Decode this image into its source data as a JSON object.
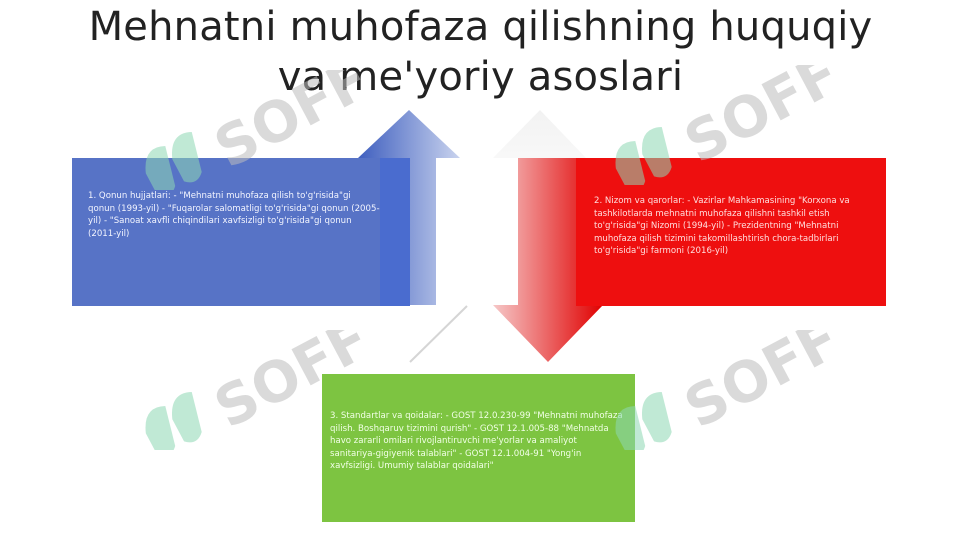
{
  "slide": {
    "title_line1": "Mehnatni muhofaza qilishning huquqiy",
    "title_line2": "va me'yoriy asoslari"
  },
  "boxes": {
    "blue": {
      "color": "#5773C6",
      "text": "1. Qonun hujjatlari: - \"Mehnatni muhofaza qilish to'g'risida\"gi qonun (1993-yil) - \"Fuqarolar salomatligi to'g'risida\"gi qonun (2005-yil) - \"Sanoat xavfli chiqindilari xavfsizligi to'g'risida\"gi qonun (2011-yil)"
    },
    "red": {
      "color": "#EE0F0F",
      "text": "2. Nizom va qarorlar: - Vazirlar Mahkamasining \"Korxona va tashkilotlarda mehnatni muhofaza qilishni tashkil etish to'g'risida\"gi Nizomi (1994-yil) - Prezidentning \"Mehnatni muhofaza qilish tizimini takomillashtirish chora-tadbirlari to'g'risida\"gi farmoni (2016-yil)"
    },
    "green": {
      "color": "#7DC441",
      "text": "3. Standartlar va qoidalar: - GOST 12.0.230-99 \"Mehnatni muhofaza qilish. Boshqaruv tizimini qurish\" - GOST 12.1.005-88 \"Mehnatda havo zararli omilari rivojlantiruvchi me'yorlar va amaliyot sanitariya-gigiyenik talablari\" - GOST 12.1.004-91 \"Yong'in xavfsizligi. Umumiy talablar qoidalari\""
    }
  },
  "watermark": {
    "text": "SOFF",
    "color": "#8ed8b4"
  }
}
